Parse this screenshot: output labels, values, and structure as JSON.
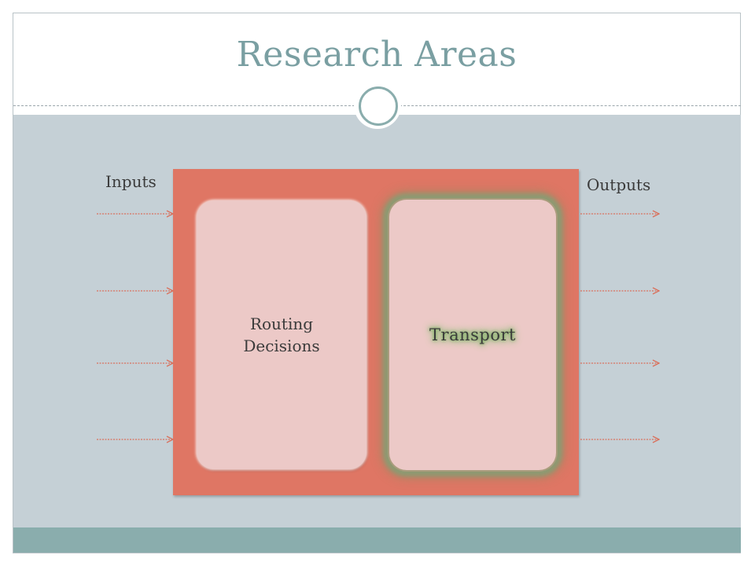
{
  "slide": {
    "title": "Research Areas"
  },
  "diagram": {
    "inputs_label": "Inputs",
    "outputs_label": "Outputs",
    "panels": [
      {
        "id": "routing",
        "label_lines": [
          "Routing",
          "Decisions"
        ]
      },
      {
        "id": "transport",
        "label": "Transport"
      }
    ],
    "input_arrow_count": 4,
    "output_arrow_count": 4
  },
  "colors": {
    "title": "#7a9fa2",
    "content_band": "#c5d0d6",
    "bottom_band": "#8aadad",
    "main_box": "#df7664",
    "panel_fill": "#ecc9c7",
    "transport_glow": "#8d9a72",
    "arrow": "#d9705c"
  }
}
